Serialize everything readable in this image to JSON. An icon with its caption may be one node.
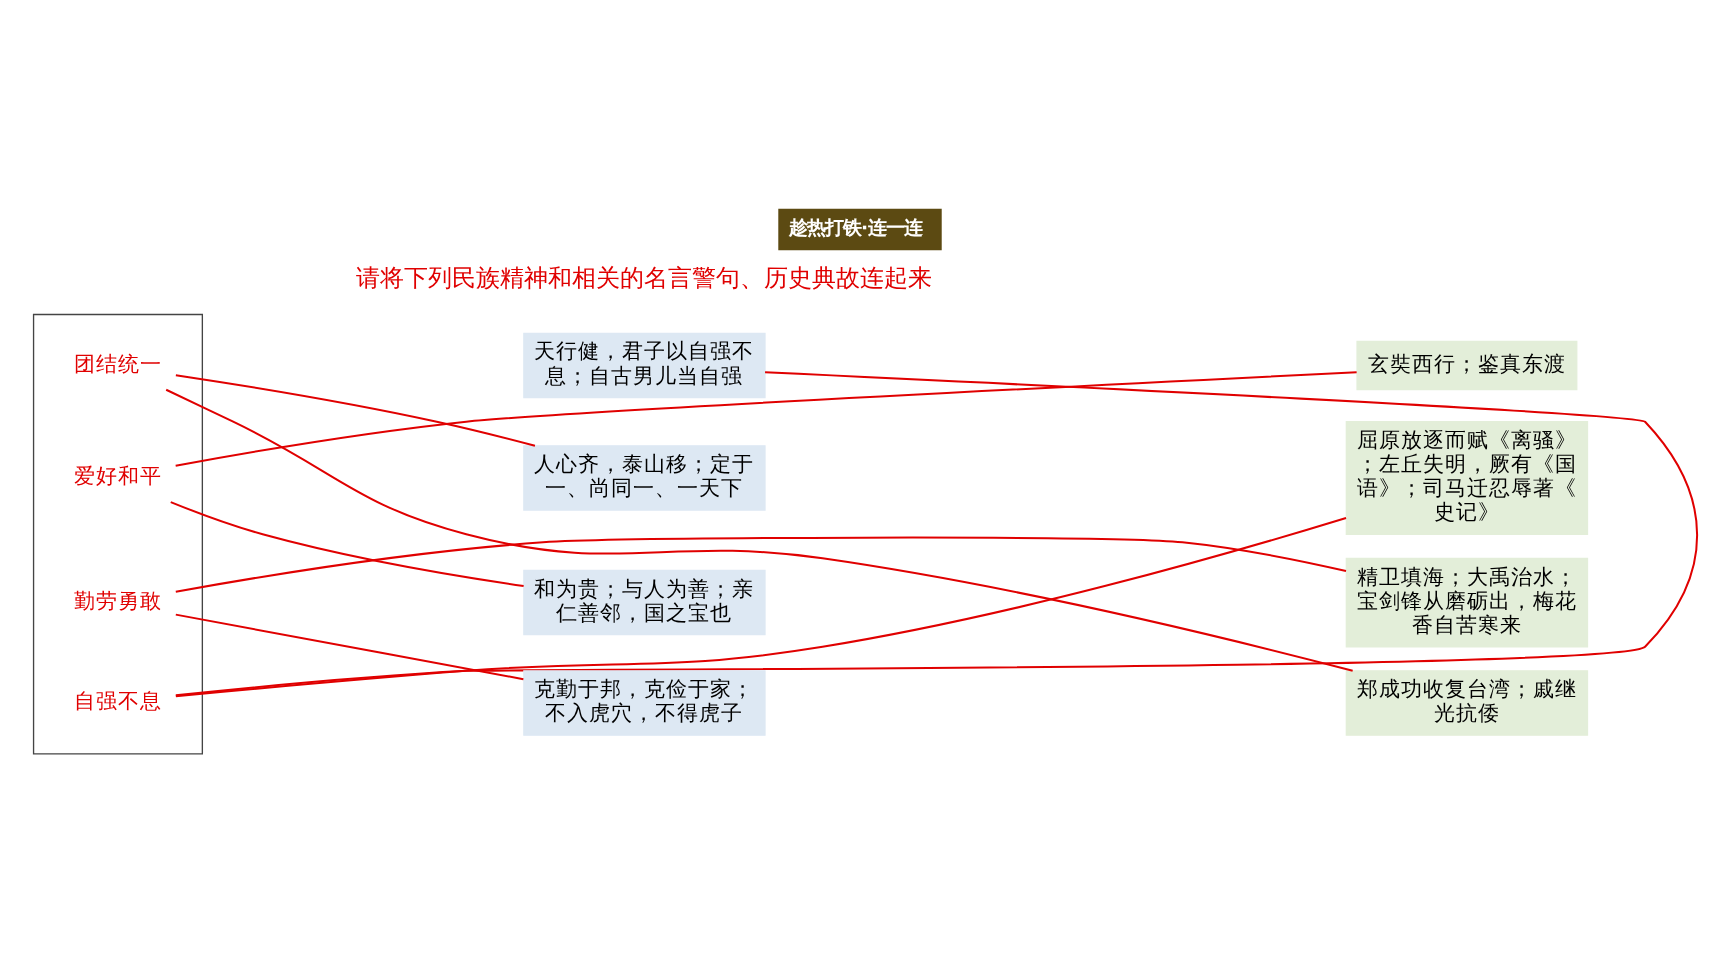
{
  "diagram": {
    "title": "趁热打铁·连一连",
    "nodes": [
      {
        "text": [],
        "shape": "box"
      },
      {
        "text": [
          "团结统一"
        ],
        "in": 0
      },
      {
        "text": [
          "爱好和平"
        ],
        "in": 0
      },
      {
        "text": [
          "勤劳勇敢"
        ],
        "in": 0
      },
      {
        "text": [
          "自强不息"
        ],
        "in": 0
      },
      {
        "text": [
          "天行健，君子以自强不息；自古男儿当自强"
        ]
      },
      {
        "text": [
          "人心齐，泰山移；定于一、尚同一、一天下"
        ]
      },
      {
        "text": [
          "和为贵；与人为善；亲仁善邻，国之宝也"
        ]
      },
      {
        "text": [
          "克勤于邦，克俭于家；不入虎穴，不得虎子"
        ]
      },
      {
        "text": [
          "玄奘西行；鉴真东渡"
        ]
      },
      {
        "text": [
          "屈原放逐而赋《离骚》；左丘失明，厥有《国语》；司马迁忍辱著《史记》"
        ]
      },
      {
        "text": [
          "精卫填海；大禹治水；宝剑锋从磨砺出，梅花香自苦寒来"
        ]
      },
      {
        "text": [
          "郑成功收复台湾；戚继光抗倭"
        ]
      }
    ],
    "edges": [
      {
        "from": 5,
        "to": 4,
        "arrow": "none"
      },
      {
        "from": 6,
        "to": 1,
        "arrow": "none"
      },
      {
        "from": 7,
        "to": 2,
        "arrow": "none"
      },
      {
        "from": 8,
        "to": 3,
        "arrow": "none"
      },
      {
        "from": 1,
        "to": 12,
        "arrow": "none"
      },
      {
        "from": 2,
        "to": 9,
        "arrow": "none"
      },
      {
        "from": 3,
        "to": 11,
        "arrow": "none"
      },
      {
        "from": 4,
        "to": 10,
        "arrow": "none"
      }
    ],
    "labels": [
      "请将下列民族精神和相关的名言警句、历史典故连起来"
    ]
  }
}
